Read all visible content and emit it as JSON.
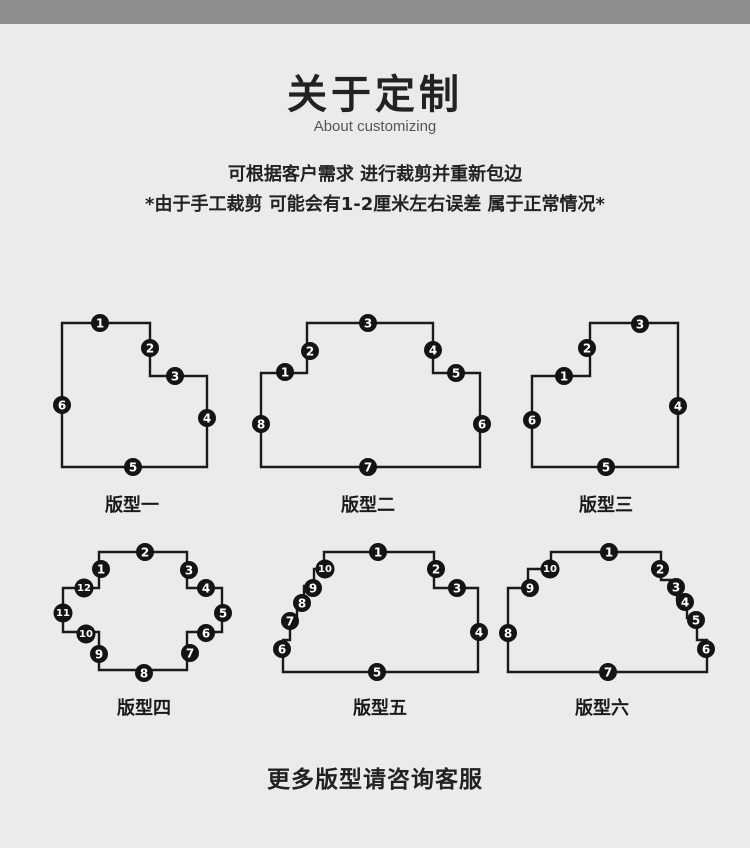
{
  "header": {
    "title": "关于定制",
    "subtitle": "About customizing"
  },
  "notes": {
    "line1": "可根据客户需求 进行裁剪并重新包边",
    "line2": "*由于手工裁剪 可能会有1-2厘米左右误差 属于正常情况*"
  },
  "shapes": [
    {
      "label": "版型一",
      "markers": [
        "1",
        "2",
        "3",
        "4",
        "5",
        "6"
      ]
    },
    {
      "label": "版型二",
      "markers": [
        "1",
        "2",
        "3",
        "4",
        "5",
        "6",
        "7",
        "8"
      ]
    },
    {
      "label": "版型三",
      "markers": [
        "1",
        "2",
        "3",
        "4",
        "5",
        "6"
      ]
    },
    {
      "label": "版型四",
      "markers": [
        "1",
        "2",
        "3",
        "4",
        "5",
        "6",
        "7",
        "8",
        "9",
        "10",
        "11",
        "12"
      ]
    },
    {
      "label": "版型五",
      "markers": [
        "1",
        "2",
        "3",
        "4",
        "5",
        "6",
        "7",
        "8",
        "9",
        "10"
      ]
    },
    {
      "label": "版型六",
      "markers": [
        "1",
        "2",
        "3",
        "4",
        "5",
        "6",
        "7",
        "8",
        "9",
        "10"
      ]
    }
  ],
  "footer": {
    "text": "更多版型请咨询客服"
  },
  "colors": {
    "background": "#ebebeb",
    "top_bar": "#8e8e8e",
    "outline": "#1a1a1a"
  }
}
